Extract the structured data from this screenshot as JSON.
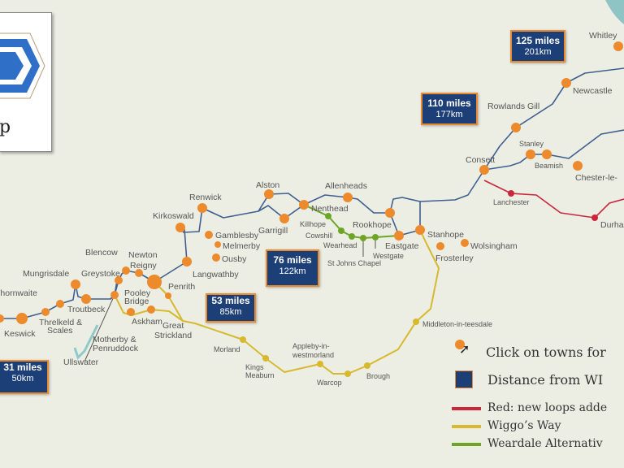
{
  "logo": {
    "text": "p"
  },
  "distances": [
    {
      "miles": "31 miles",
      "km": "50km"
    },
    {
      "miles": "53 miles",
      "km": "85km"
    },
    {
      "miles": "76 miles",
      "km": "122km"
    },
    {
      "miles": "110 miles",
      "km": "177km"
    },
    {
      "miles": "125 miles",
      "km": "201km"
    }
  ],
  "towns": {
    "keswick": "Keswick",
    "thornwaite": "Thornwaite",
    "threlkeld1": "Threlkeld &",
    "threlkeld2": "Scales",
    "mungrisdale": "Mungrisdale",
    "troutbeck": "Troutbeck",
    "greystoke": "Greystoke",
    "blencow": "Blencow",
    "newton1": "Newton",
    "newton2": "Reigny",
    "motherby1": "Motherby &",
    "motherby2": "Penruddock",
    "penrith": "Penrith",
    "pooley1": "Pooley",
    "pooley2": "Bridge",
    "askham": "Askham",
    "great1": "Great",
    "great2": "Strickland",
    "ullswater": "Ullswater",
    "langwathby": "Langwathby",
    "kirkoswald": "Kirkoswald",
    "renwick": "Renwick",
    "alston": "Alston",
    "gamblesby": "Gamblesby",
    "melmerby": "Melmerby",
    "ousby": "Ousby",
    "garrigill": "Garrigill",
    "nenthead": "Nenthead",
    "allenheads": "Allenheads",
    "killhope": "Killhope",
    "cowshill": "Cowshill",
    "wearhead": "Wearhead",
    "stjohns": "St Johns Chapel",
    "westgate": "Westgate",
    "eastgate": "Eastgate",
    "rookhope": "Rookhope",
    "stanhope": "Stanhope",
    "frosterley": "Frosterley",
    "wolsingham": "Wolsingham",
    "middleton": "Middleton-in-teesdale",
    "consett": "Consett",
    "rowlands": "Rowlands Gill",
    "newcastle": "Newcastle",
    "whitley": "Whitley",
    "stanley": "Stanley",
    "beamish": "Beamish",
    "chester": "Chester-le-",
    "lanchester": "Lanchester",
    "durham": "Durha",
    "morland": "Morland",
    "kings1": "Kings",
    "kings2": "Meaburn",
    "appleby1": "Appleby-in-",
    "appleby2": "westmorland",
    "warcop": "Warcop",
    "brough": "Brough"
  },
  "legend": {
    "click": "Click on towns for",
    "distance": "Distance from WI",
    "red": "Red: new loops adde",
    "yellow": "Wiggo’s Way",
    "green": "Weardale Alternativ"
  },
  "colors": {
    "route": "#3f5f8f",
    "town": "#ec8a2c",
    "red": "#c8283a",
    "yellow": "#d6b92e",
    "green": "#6ea526",
    "box": "#1d3f78"
  }
}
